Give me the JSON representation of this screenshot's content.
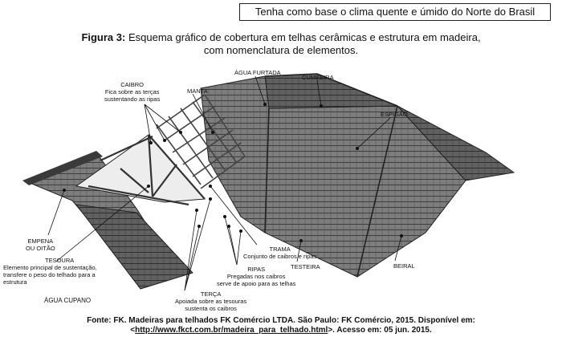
{
  "header": {
    "note": "Tenha como base o clima quente e úmido do Norte do Brasil"
  },
  "figure": {
    "label": "Figura 3:",
    "caption_line1": "Esquema gráfico de cobertura em telhas cerâmicas e estrutura em madeira,",
    "caption_line2": "com nomenclatura de elementos."
  },
  "labels": {
    "caibro_title": "CAIBRO",
    "caibro_desc1": "Fica sobre as terças",
    "caibro_desc2": "sustentando as ripas",
    "manta": "MANTA",
    "agua_furtada": "ÁGUA FURTADA",
    "cumeeira": "CUMEEIRA",
    "espigao": "ESPIGÃO",
    "empena_1": "EMPENA",
    "empena_2": "OU OITÃO",
    "tesoura_title": "TESOURA",
    "tesoura_desc1": "Elemento principal de sustentação,",
    "tesoura_desc2": "transfere o peso do telhado para a",
    "tesoura_desc3": "estrutura",
    "agua_cupano": "ÁGUA CUPANO",
    "trama_title": "TRAMA",
    "trama_desc": "Conjunto de caibros e ripas",
    "testeira": "TESTEIRA",
    "beiral": "BEIRAL",
    "ripas_title": "RIPAS",
    "ripas_desc1": "Pregadas nos caibros",
    "ripas_desc2": "serve de apoio para as telhas",
    "terca_title": "TERÇA",
    "terca_desc1": "Apoiada sobre as tesouras",
    "terca_desc2": "sustenta os caibros"
  },
  "source": {
    "line1": "Fonte: FK. Madeiras para telhados FK Comércio LTDA. São Paulo: FK Comércio, 2015. Disponível em:",
    "link": "http://www.fkct.com.br/madeira_para_telhado.html",
    "line2_pre": "<",
    "line2_post": ">. Acesso em: 05 jun. 2015."
  },
  "colors": {
    "roof_light": "#8a8a8a",
    "roof_mid": "#6e6e6e",
    "roof_dark": "#555555",
    "wood": "#d9d9d9",
    "lines": "#111111"
  }
}
